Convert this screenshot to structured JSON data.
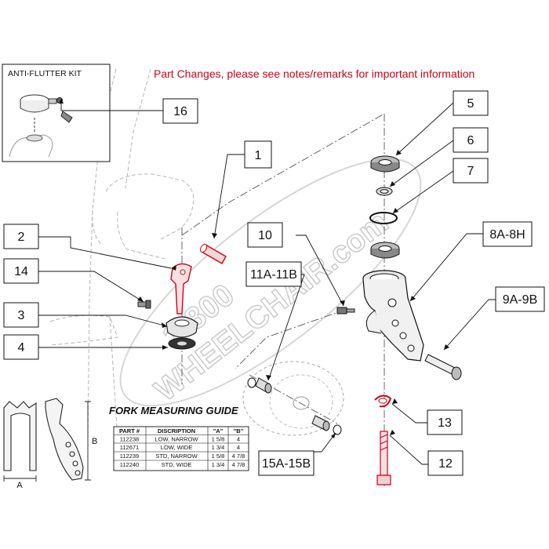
{
  "notice": {
    "text": "Part Changes, please see notes/remarks for important information",
    "color": "#d0021b"
  },
  "kit_label": "ANTI-FLUTTER KIT",
  "watermark": [
    "1-800",
    "WHEELCHAIR.com"
  ],
  "callouts": [
    "16",
    "1",
    "2",
    "14",
    "3",
    "4",
    "5",
    "6",
    "7",
    "10",
    "8A-8H",
    "11A-11B",
    "9A-9B",
    "13",
    "12",
    "15A-15B"
  ],
  "highlight_color": "#d0021b",
  "guide": {
    "title": "FORK MEASURING GUIDE",
    "dim_a": "A",
    "dim_b": "B",
    "headers": [
      "PART #",
      "DISCRIPTION",
      "\"A\"",
      "\"B\""
    ],
    "rows": [
      [
        "112238",
        "LOW, NARROW",
        "1 5/8",
        "4"
      ],
      [
        "112671",
        "LOW, WIDE",
        "1 3/4",
        "4"
      ],
      [
        "112239",
        "STD, NARROW",
        "1 5/8",
        "4 7/8"
      ],
      [
        "112240",
        "STD, WIDE",
        "1 3/4",
        "4 7/8"
      ]
    ]
  }
}
